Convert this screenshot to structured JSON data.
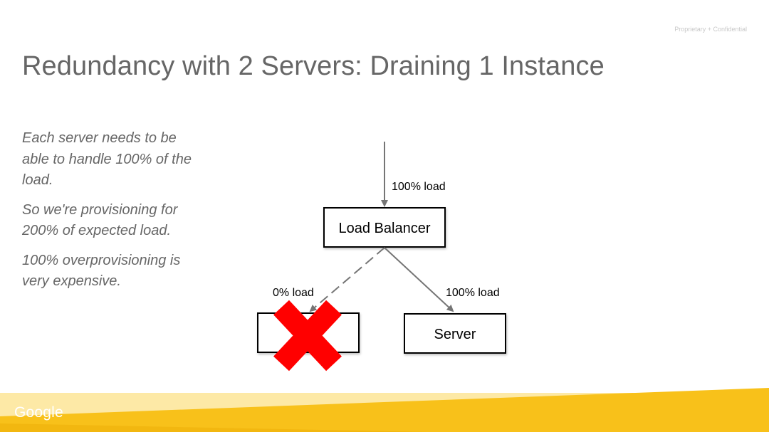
{
  "header": {
    "confidential": "Proprietary + Confidential",
    "title": "Redundancy with 2 Servers: Draining 1 Instance"
  },
  "notes": [
    "Each server needs to be able to handle 100% of the load.",
    "So we're provisioning for 200% of expected load.",
    "100% overprovisioning is very expensive."
  ],
  "diagram": {
    "incoming_label": "100% load",
    "load_balancer_label": "Load Balancer",
    "drained_edge_label": "0% load",
    "active_edge_label": "100% load",
    "server_label": "Server",
    "drained_server_label": ""
  },
  "footer": {
    "logo": "Google",
    "colors": {
      "yellow": "#f8c11a",
      "light_yellow": "#fde9a6",
      "cross": "#ff0000"
    }
  }
}
